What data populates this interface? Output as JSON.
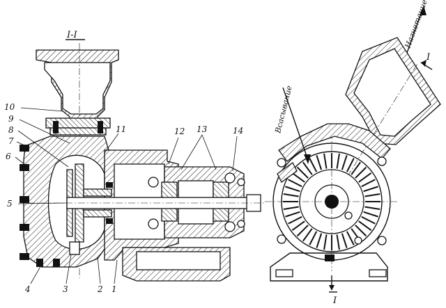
{
  "section_title": "I-I",
  "labels": {
    "l1": "1",
    "l2": "2",
    "l3": "3",
    "l4": "4",
    "l5": "5",
    "l6": "6",
    "l7": "7",
    "l8": "8",
    "l9": "9",
    "l10": "10",
    "l11": "11",
    "l12": "12",
    "l13": "13",
    "l14": "14"
  },
  "flow": {
    "suction": "Всасывание",
    "discharge": "Нагнетание"
  },
  "cut_mark_top": "I",
  "cut_mark_bottom": "I"
}
